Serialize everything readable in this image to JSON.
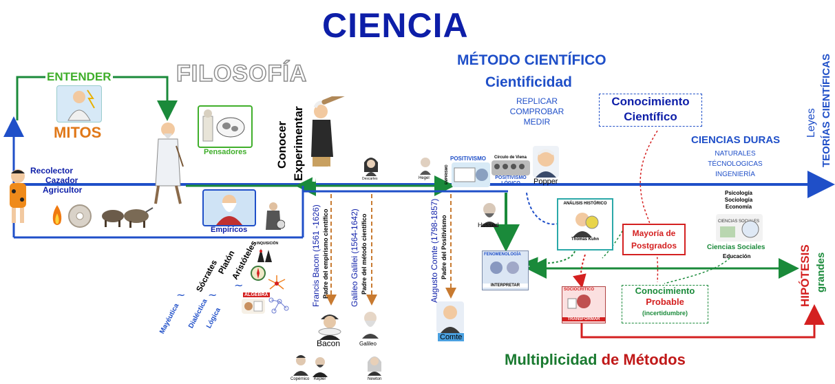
{
  "title": "CIENCIA",
  "filosofia": "FILOSOFÍA",
  "entender": "ENTENDER",
  "mitos": "MITOS",
  "recolector": [
    "Recolector",
    "Cazador",
    "Agricultor"
  ],
  "pensadores": "Pensadores",
  "empiricos": "Empíricos",
  "inquisicion": "INQUISICIÓN",
  "algebra": "ALGEBRA",
  "conocer": "Conocer",
  "experimentar": "Experimentar",
  "descartes": "Descartes",
  "hegel": "Hegel",
  "positivismo": "POSITIVISMO",
  "empirismo_tag": "EMPIRISMO",
  "circulo": "Círculo de Viena",
  "positivismo_logico": "POSITIVISMO LÓGICO",
  "popper": "Popper",
  "husserl": "Husserl",
  "metodo": {
    "title": "MÉTODO CIENTÍFICO",
    "cientificidad": "Cientificidad",
    "acciones": [
      "REPLICAR",
      "COMPROBAR",
      "MEDIR"
    ]
  },
  "conocimiento_cientifico": [
    "Conocimiento",
    "Científico"
  ],
  "ciencias_duras": {
    "title": "CIENCIAS DURAS",
    "items": [
      "NATURALES",
      "TÉCNOLOGICAS",
      "INGENIERÍA"
    ]
  },
  "leyes": "Leyes",
  "teorias": "TEORÍAS CIENTÍFICAS",
  "analisis": {
    "title": "ANÁLISIS HISTÓRICO",
    "kuhn": "Thomas Kuhn"
  },
  "mayoria": [
    "Mayoría de",
    "Postgrados"
  ],
  "sociales": {
    "list": [
      "Psicología",
      "Sociología",
      "Economía"
    ],
    "badge": "CIENCIAS SOCIALES",
    "label": "Ciencias Sociales",
    "educacion": "Educación"
  },
  "fenomenologia": "FENOMENOLOGÍA",
  "interpretar": "INTERPRETAR",
  "sociocritico": "SOCIOCRÍTICO",
  "transformar": "TRANSFORMAR",
  "conocimiento_probable": [
    "Conocimiento",
    "Probable",
    "(incertidumbre)"
  ],
  "hipotesis": "HIPÓTESIS",
  "grandes": "grandes",
  "multiplicidad": {
    "a": "Multiplicidad",
    "b": "de Métodos"
  },
  "filosofos": [
    "Sócrates",
    "Platón",
    "Aristóteles"
  ],
  "metodos_filo": [
    "Mayéutica",
    "Dialéctica",
    "Lógica"
  ],
  "bacon": {
    "name": "Francis Bacon (1561 -1626)",
    "role": "Padre del empirismo científico",
    "label": "Bacon"
  },
  "galileo": {
    "name": "Galileo Galilei (1564-1642)",
    "role": "Padre del método científico",
    "label": "Galileo"
  },
  "comte": {
    "name": "Augusto Comte (1798-1857)",
    "role": "Padre del Positivismo",
    "label": "Comte"
  },
  "copernico": "Copérnico",
  "kepler": "Kepler",
  "newton": "Newton",
  "colors": {
    "title": "#0d1ea8",
    "blue": "#1f4fc8",
    "green": "#1a8a3a",
    "red": "#d42020",
    "orange": "#e07818",
    "gray": "#9a9a9a",
    "brown": "#c87a30"
  }
}
